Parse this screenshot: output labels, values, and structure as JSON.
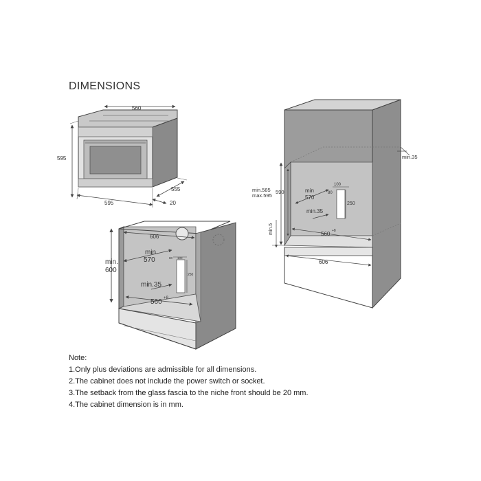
{
  "title": "DIMENSIONS",
  "oven": {
    "width": "560",
    "height": "595",
    "depth": "555",
    "base_width": "595",
    "fascia": "20"
  },
  "under_counter": {
    "width": "606",
    "height_label_1": "min.",
    "height_label_2": "600",
    "depth_label_1": "min.",
    "depth_label_2": "570",
    "vent": "min.35",
    "niche_width": "560",
    "niche_tol": "+8",
    "socket_w1": "80",
    "socket_w2": "100",
    "socket_h": "250"
  },
  "tall_cabinet": {
    "height_a": "min.585",
    "height_b": "max.595",
    "height_c": "590",
    "depth_label_1": "min",
    "depth_label_2": "570",
    "socket_w1": "100",
    "socket_w2": "80",
    "socket_h": "250",
    "vent": "min.35",
    "niche_width": "560",
    "niche_tol": "+8",
    "top_gap": "min.35",
    "bottom_gap": "min.5",
    "width": "606"
  },
  "notes": {
    "heading": "Note:",
    "items": [
      "1.Only plus deviations are admissible for all dimensions.",
      "2.The cabinet does not include the power switch or socket.",
      "3.The setback from the glass fascia to the niche front should be 20 mm.",
      "4.The cabinet dimension is in mm."
    ]
  }
}
